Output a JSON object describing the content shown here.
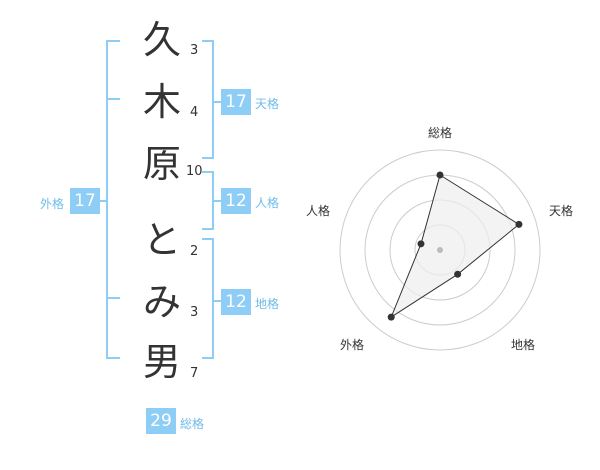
{
  "name_chars": [
    {
      "char": "久",
      "strokes": "3"
    },
    {
      "char": "木",
      "strokes": "4"
    },
    {
      "char": "原",
      "strokes": "10"
    },
    {
      "char": "と",
      "strokes": "2"
    },
    {
      "char": "み",
      "strokes": "3"
    },
    {
      "char": "男",
      "strokes": "7"
    }
  ],
  "scores": {
    "tenkaku": {
      "label": "天格",
      "value": "17"
    },
    "jinkaku": {
      "label": "人格",
      "value": "12"
    },
    "chikaku": {
      "label": "地格",
      "value": "12"
    },
    "gaikaku": {
      "label": "外格",
      "value": "17"
    },
    "soukaku": {
      "label": "総格",
      "value": "29"
    }
  },
  "radar": {
    "labels": {
      "top": "総格",
      "right": "天格",
      "bottom_right": "地格",
      "bottom_left": "外格",
      "left": "人格"
    },
    "levels": 4,
    "values": {
      "top": 0.75,
      "right": 0.83,
      "bottom_right": 0.3,
      "bottom_left": 0.83,
      "left": 0.2
    },
    "colors": {
      "ring": "#cccccc",
      "fill": "#eeeeee",
      "line": "#333333",
      "dot": "#333333",
      "center": "#bbbbbb"
    }
  },
  "colors": {
    "accent": "#8ecdf5",
    "label": "#6fbce9",
    "text": "#333333"
  }
}
